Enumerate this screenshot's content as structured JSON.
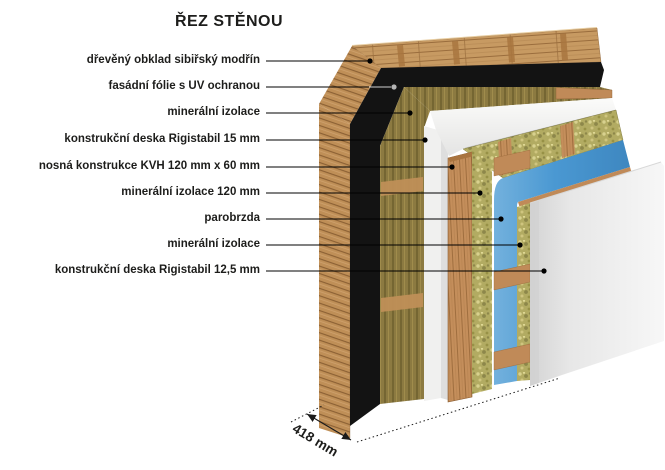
{
  "title": "ŘEZ STĚNOU",
  "labels": [
    "dřevěný obklad sibiřský modřín",
    "fasádní fólie s UV ochranou",
    "minerální izolace",
    "konstrukční deska Rigistabil 15 mm",
    "nosná konstrukce KVH 120 mm x 60 mm",
    "minerální izolace 120 mm",
    "parobrzda",
    "minerální izolace",
    "konstrukční deska Rigistabil 12,5 mm"
  ],
  "dimension": {
    "text": "418 mm"
  },
  "colors": {
    "background": "#ffffff",
    "text": "#1d1d1b",
    "leader_line": "#000000",
    "leader_dot": "#000000",
    "leader_dot_gray": "#b5b5b5",
    "leader_line_light": "#cfcfcf",
    "wood_plank": "#c79a62",
    "wood_plank_dark": "#9a6d3d",
    "wood_slat": "#bf8f57",
    "wood_slat_dark": "#8a5f33",
    "wood_batten": "#c08a58",
    "facade_foil_black": "#131313",
    "insulation_olive": "#8c7a41",
    "insulation_olive_dark": "#6f612f",
    "board_white": "#f0f0ef",
    "board_shadow": "#dedede",
    "kvh_wood": "#c48e5b",
    "kvh_wood_dark": "#9b6a3b",
    "kvh_end_grain": "#a9743f",
    "insulation_mineral": "#b2ab62",
    "insulation_mineral_light": "#d8d18e",
    "insulation_mineral_dark": "#8d874a",
    "parobrzda_blue_light": "#73b1dd",
    "parobrzda_blue": "#4a98d2",
    "parobrzda_blue_dark": "#3e87c0",
    "panel_left": "#d4d4d4",
    "panel_mid": "#e7e7e7",
    "panel_right": "#f7f7f7",
    "dimension_line": "#1a1a1a"
  }
}
